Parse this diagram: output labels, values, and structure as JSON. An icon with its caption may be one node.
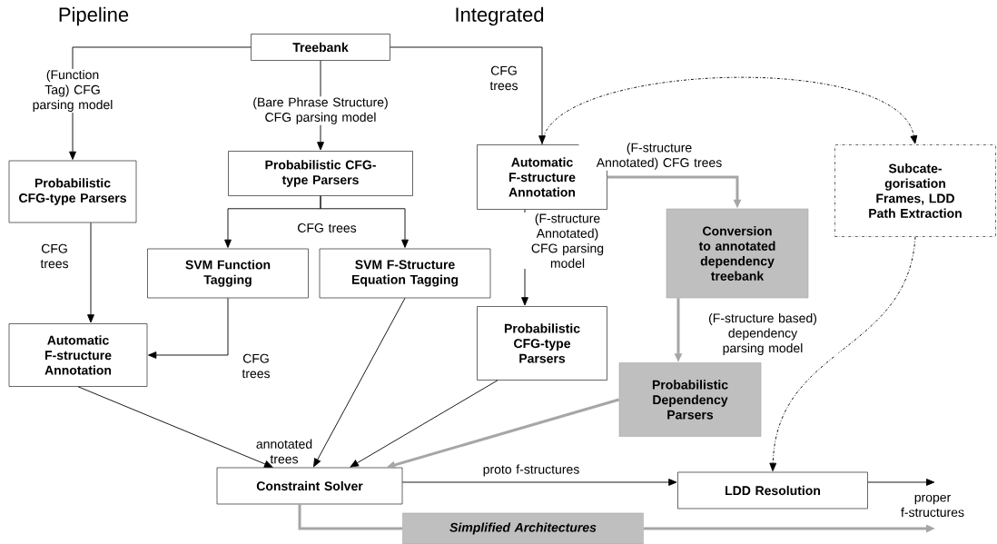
{
  "diagram": {
    "nodes": [
      {
        "text": [
          "Treebank"
        ]
      },
      {
        "text": [
          "Probabilistic CFG-type Parsers"
        ]
      },
      {
        "text": [
          "Probabilistic CFG-type Parsers"
        ]
      },
      {
        "text": [
          "SVM Function Tagging"
        ]
      },
      {
        "text": [
          "SVM F-Structure Equation Tagging"
        ]
      },
      {
        "text": [
          "Automatic F-structure Annotation"
        ]
      },
      {
        "text": [
          "Automatic F-structure Annotation"
        ]
      },
      {
        "text": [
          "Probabilistic CFG-type Parsers"
        ]
      },
      {
        "text": [
          "Conversion to annotated dependency treebank"
        ]
      },
      {
        "text": [
          "Subcate-gorisation Frames, LDD Path Extraction"
        ]
      },
      {
        "text": [
          "Probabilistic Dependency Parsers"
        ]
      },
      {
        "text": [
          "Constraint Solver"
        ]
      },
      {
        "text": [
          "LDD Resolution"
        ]
      },
      {
        "text": [
          "Simplified Architectures"
        ]
      }
    ],
    "edges": [
      {
        "from": 0,
        "to": 1,
        "arrow": "to",
        "label": "(Function Tag) CFG parsing model"
      },
      {
        "from": 0,
        "to": 2,
        "arrow": "to",
        "label": "(Bare Phrase Structure) CFG parsing model"
      },
      {
        "from": 0,
        "to": 6,
        "arrow": "to",
        "label": "CFG trees"
      },
      {
        "from": 2,
        "to": 3,
        "arrow": "to",
        "label": "CFG trees"
      },
      {
        "from": 2,
        "to": 4,
        "arrow": "to"
      },
      {
        "from": 1,
        "to": 5,
        "arrow": "to",
        "label": "CFG trees"
      },
      {
        "from": 3,
        "to": 5,
        "arrow": "to",
        "label": "CFG trees"
      },
      {
        "from": 5,
        "to": 11,
        "arrow": "to"
      },
      {
        "from": 4,
        "to": 11,
        "arrow": "to"
      },
      {
        "from": 7,
        "to": 11,
        "arrow": "to"
      },
      {
        "from": 10,
        "to": 11,
        "arrow": "to",
        "style": "thick",
        "color": "#a6a6a6"
      },
      {
        "from": 6,
        "to": 7,
        "arrow": "to",
        "label": "(F-structure Annotated) CFG parsing model"
      },
      {
        "from": 6,
        "to": 8,
        "arrow": "to",
        "label": "(F-structure Annotated) CFG trees",
        "style": "thick",
        "color": "#a6a6a6"
      },
      {
        "from": 8,
        "to": 10,
        "arrow": "to",
        "label": "(F-structure based) dependency parsing model",
        "style": "thick",
        "color": "#a6a6a6"
      },
      {
        "from": 11,
        "to": 12,
        "arrow": "to",
        "label": "proto f-structures"
      },
      {
        "from": 12,
        "to": null,
        "arrow": "to",
        "label": "proper f-structures"
      },
      {
        "from": 11,
        "to": 13,
        "arrow": "none",
        "style": "thick",
        "color": "#a6a6a6"
      },
      {
        "from": 13,
        "to": null,
        "arrow": "to",
        "style": "thick",
        "color": "#a6a6a6"
      },
      {
        "from": 6,
        "to": 9,
        "arrow": "to",
        "style": "dashed"
      },
      {
        "from": 9,
        "to": 12,
        "arrow": "to",
        "style": "dashed"
      }
    ],
    "labels": [
      "Pipeline",
      "Integrated",
      "annotated trees"
    ]
  }
}
